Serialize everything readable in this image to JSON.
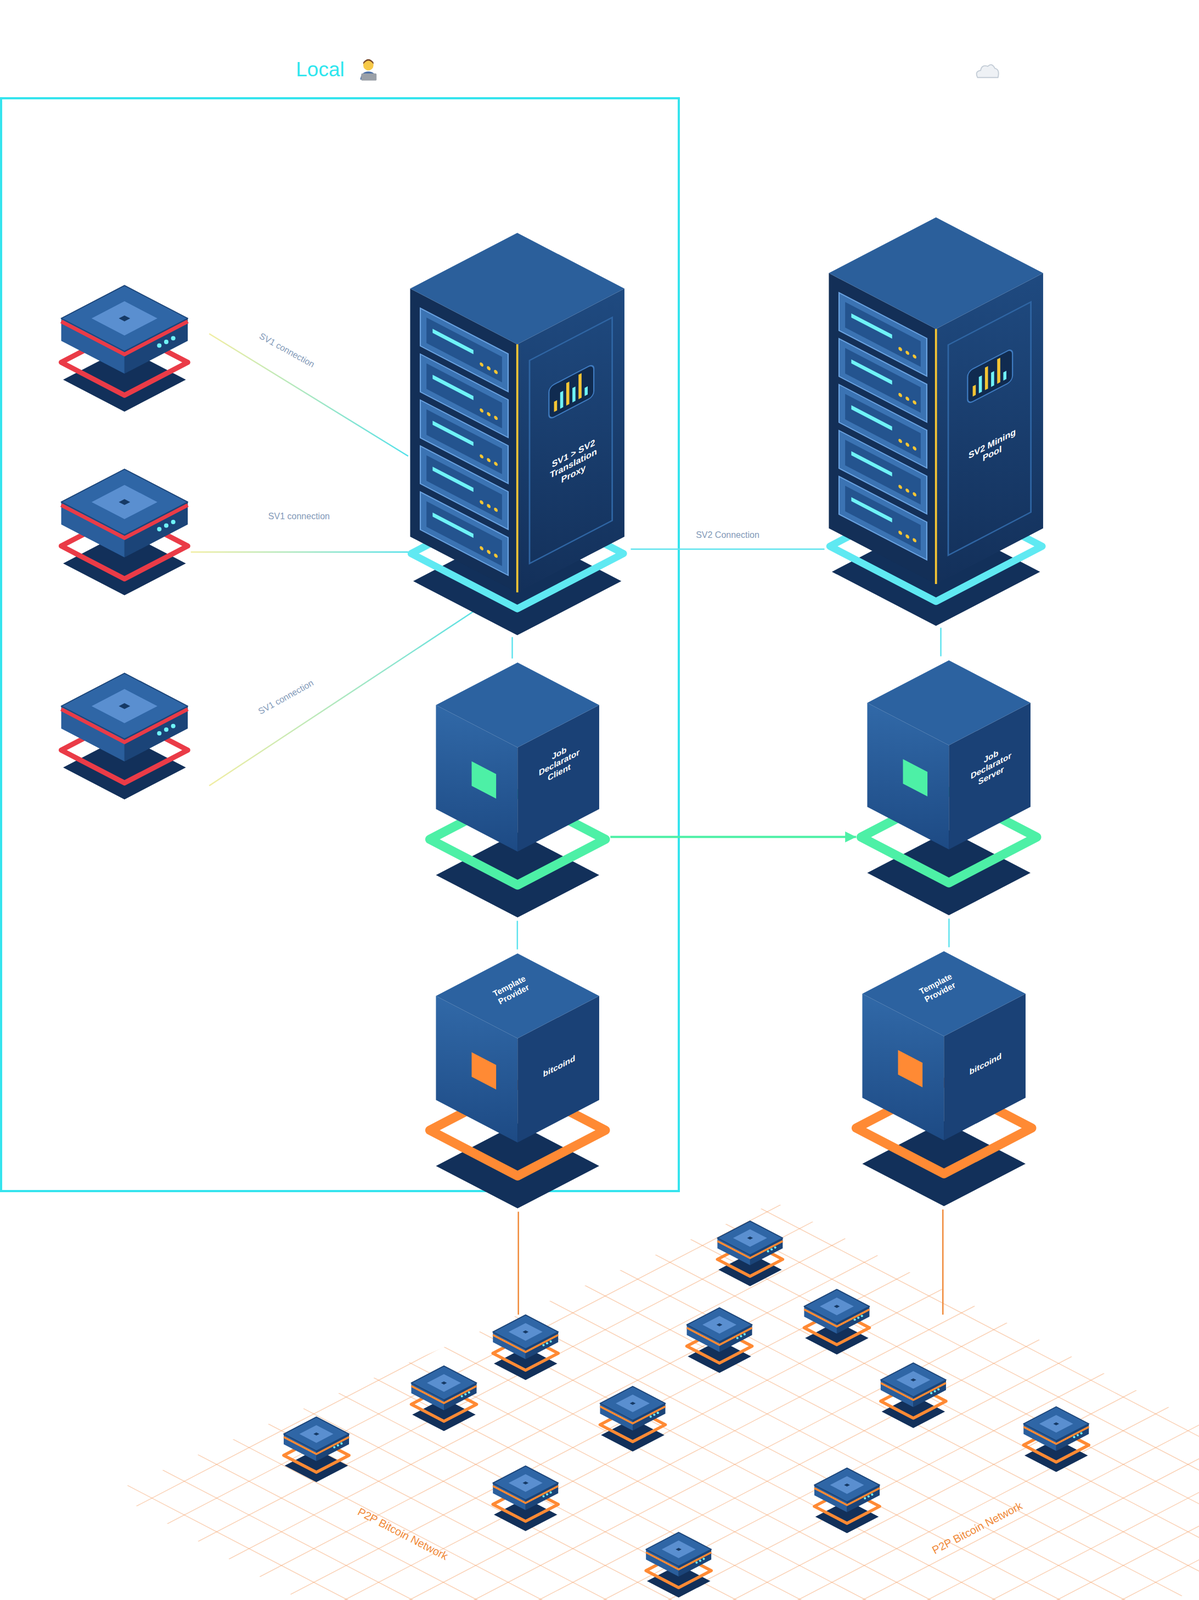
{
  "diagram": {
    "nodes": [
      {
        "text": [
          "Local"
        ]
      },
      {
        "text": [
          "SV1 > SV2 Translation Proxy"
        ],
        "in": 0
      },
      {
        "text": [
          "SV2 Mining Pool"
        ]
      },
      {
        "text": [
          "Job Declarator Client"
        ],
        "in": 0
      },
      {
        "text": [
          "Job Declarator Server"
        ]
      },
      {
        "text": [
          "Template Provider",
          "bitcoind"
        ],
        "in": 0
      },
      {
        "text": [
          "Template Provider",
          "bitcoind"
        ]
      },
      {
        "text": [
          "P2P Bitcoin Network",
          "P2P Bitcoin Network"
        ]
      }
    ],
    "edges": [
      {
        "from": 1,
        "to": 2,
        "label": "SV2 Connection",
        "arrow": "none"
      },
      {
        "from": 1,
        "to": 3,
        "arrow": "none"
      },
      {
        "from": 3,
        "to": 4,
        "arrow": "to"
      },
      {
        "from": 3,
        "to": 5,
        "arrow": "none"
      },
      {
        "from": 2,
        "to": 4,
        "arrow": "none"
      },
      {
        "from": 4,
        "to": 6,
        "arrow": "none"
      },
      {
        "from": 5,
        "to": 7,
        "arrow": "none"
      },
      {
        "from": 6,
        "to": 7,
        "arrow": "none"
      }
    ],
    "labels": [
      "SV1 connection",
      "SV1 connection",
      "SV1 connection"
    ]
  }
}
